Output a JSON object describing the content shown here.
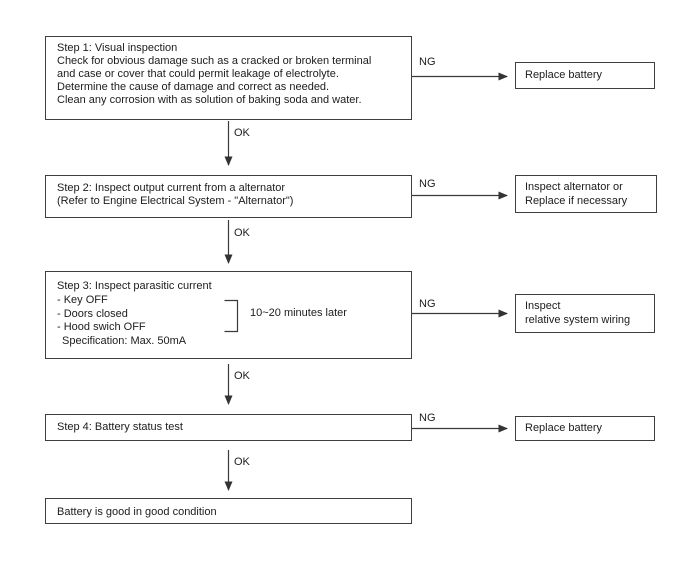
{
  "labels": {
    "ok": "OK",
    "ng": "NG"
  },
  "steps": [
    {
      "lines": [
        "Step 1: Visual inspection",
        "Check for obvious damage such as a cracked or broken terminal",
        "and case or cover that could permit leakage of electrolyte.",
        "Determine the cause of damage and correct as needed.",
        "Clean any corrosion with as solution of baking soda and water."
      ]
    },
    {
      "lines": [
        "Step 2: Inspect output current from a alternator",
        "(Refer to Engine Electrical System - \"Alternator\")"
      ]
    },
    {
      "title": "Step 3: Inspect parasitic current",
      "bullets": [
        "- Key OFF",
        "- Doors closed",
        "- Hood swich OFF"
      ],
      "spec": "Specification: Max. 50mA",
      "bracket_label": "10~20 minutes later"
    },
    {
      "lines": [
        "Step 4: Battery status test"
      ]
    }
  ],
  "results": [
    {
      "lines": [
        "Replace battery"
      ]
    },
    {
      "lines": [
        "Inspect alternator or",
        "Replace if necessary"
      ]
    },
    {
      "lines": [
        "Inspect",
        "relative system wiring"
      ]
    },
    {
      "lines": [
        "Replace battery"
      ]
    }
  ],
  "final": {
    "text": "Battery is good in good condition"
  }
}
